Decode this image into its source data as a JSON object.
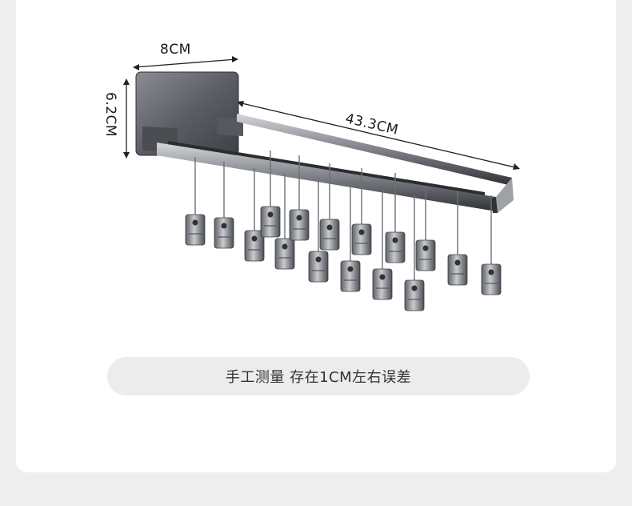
{
  "dimensions": {
    "width_label": "8CM",
    "height_label": "6.2CM",
    "length_label": "43.3CM"
  },
  "caption": {
    "text": "手工测量 存在1CM左右误差"
  },
  "colors": {
    "background": "#eeeeee",
    "card": "#ffffff",
    "metal_dark": "#3b3d42",
    "metal_mid": "#6b6e74",
    "metal_light": "#b9bcc1",
    "pill": "#ececec"
  }
}
